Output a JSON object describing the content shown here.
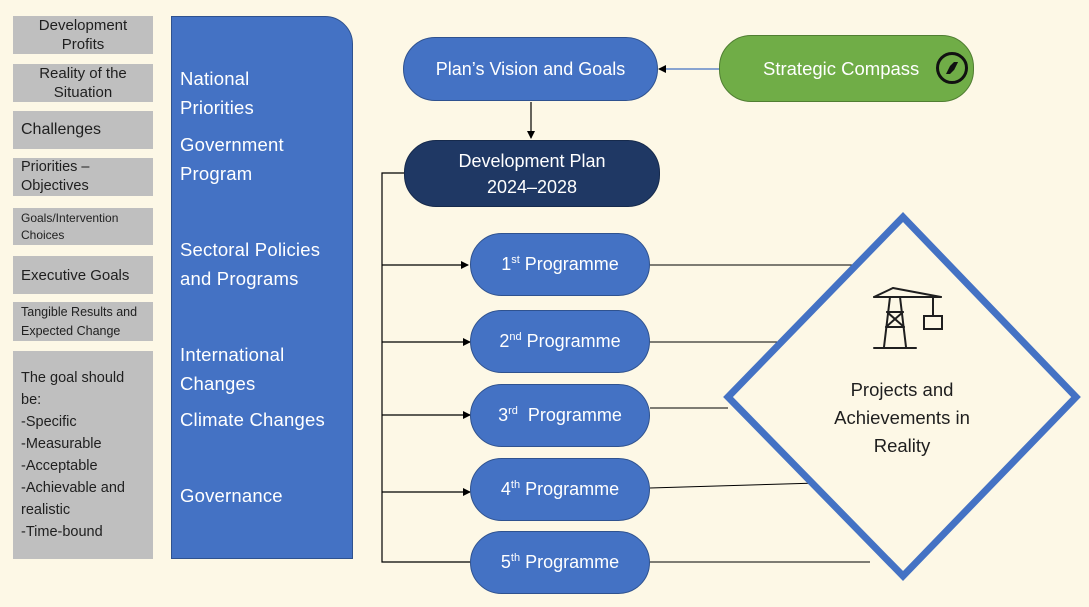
{
  "left_column": [
    "Development\nProfits",
    "Reality of the\nSituation",
    "Challenges",
    "Priorities –\nObjectives",
    "Goals/Intervention\nChoices",
    "Executive Goals",
    "Tangible Results and\nExpected Change",
    "The goal should\nbe:\n-Specific\n-Measurable\n-Acceptable\n-Achievable and\nrealistic\n-Time-bound"
  ],
  "blue_column": [
    "National\nPriorities",
    "Government\nProgram",
    "Sectoral Policies\nand Programs",
    "International\nChanges",
    "Climate Changes",
    "Governance"
  ],
  "vision": "Plan’s Vision and Goals",
  "compass": "Strategic Compass",
  "dev_plan": "Development Plan\n2024–2028",
  "programmes": [
    {
      "ord": "1",
      "sup": "st",
      "label": "Programme"
    },
    {
      "ord": "2",
      "sup": "nd",
      "label": "Programme"
    },
    {
      "ord": "3",
      "sup": "rd",
      "label": "Programme"
    },
    {
      "ord": "4",
      "sup": "th",
      "label": "Programme"
    },
    {
      "ord": "5",
      "sup": "th",
      "label": "Programme"
    }
  ],
  "diamond_text": "Projects and\nAchievements in\nReality",
  "colors": {
    "background": "#fdf8e6",
    "grey_box": "#bfbfbf",
    "blue": "#4472c4",
    "dark_blue": "#1f3864",
    "green": "#70ad47"
  },
  "icons": [
    "compass-icon",
    "crane-icon"
  ]
}
